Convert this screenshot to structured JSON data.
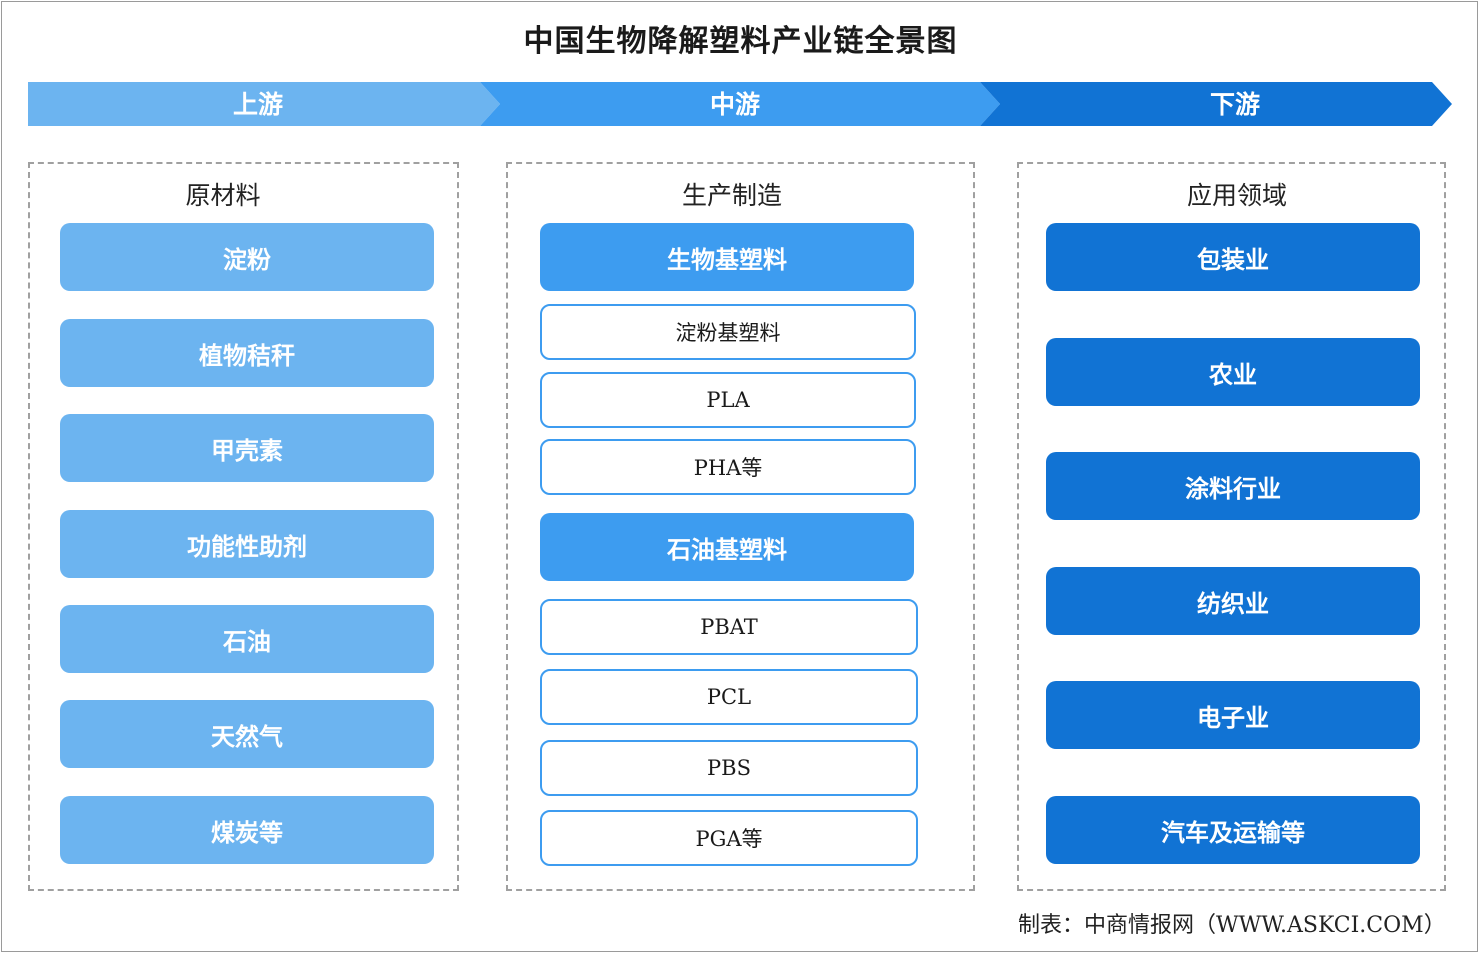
{
  "title": "中国生物降解塑料产业链全景图",
  "stages": [
    {
      "label": "上游",
      "color": "#6cb4f0"
    },
    {
      "label": "中游",
      "color": "#3d9cf0"
    },
    {
      "label": "下游",
      "color": "#1173d4"
    }
  ],
  "upstream": {
    "heading": "原材料",
    "items": [
      "淀粉",
      "植物秸秆",
      "甲壳素",
      "功能性助剂",
      "石油",
      "天然气",
      "煤炭等"
    ]
  },
  "midstream": {
    "heading": "生产制造",
    "groups": [
      {
        "label": "生物基塑料",
        "items": [
          "淀粉基塑料",
          "PLA",
          "PHA等"
        ]
      },
      {
        "label": "石油基塑料",
        "items": [
          "PBAT",
          "PCL",
          "PBS",
          "PGA等"
        ]
      }
    ]
  },
  "downstream": {
    "heading": "应用领域",
    "items": [
      "包装业",
      "农业",
      "涂料行业",
      "纺织业",
      "电子业",
      "汽车及运输等"
    ]
  },
  "source": "制表：中商情报网（WWW.ASKCI.COM）"
}
